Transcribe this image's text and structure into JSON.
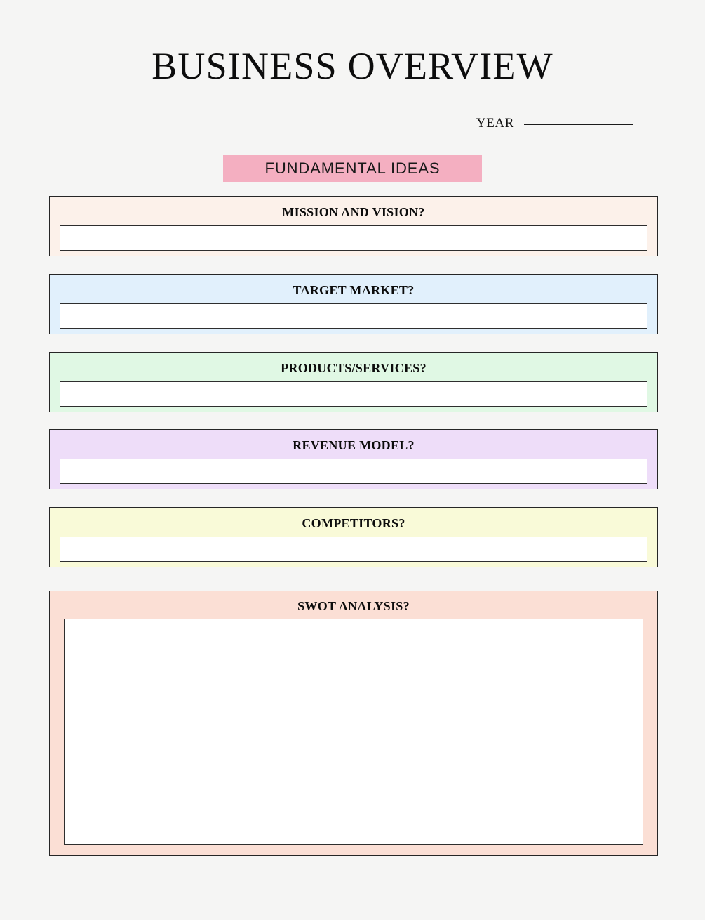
{
  "document": {
    "title": "BUSINESS OVERVIEW",
    "year_label": "YEAR",
    "year_value": "",
    "banner": "FUNDAMENTAL IDEAS"
  },
  "colors": {
    "page_background": "#f5f5f4",
    "banner_pink": "#f4afc1",
    "mission_peach": "#fcf1ea",
    "target_blue": "#e1f0fc",
    "products_green": "#e0f8e4",
    "revenue_purple": "#eeddf9",
    "competitors_yellow": "#f9fad8",
    "swot_salmon": "#fbdfd5",
    "field_white": "#ffffff",
    "border_dark": "#262626",
    "text_black": "#0c0c0c"
  },
  "sections": [
    {
      "id": "mission",
      "title": "MISSION AND VISION?",
      "value": "",
      "placeholder": ""
    },
    {
      "id": "target",
      "title": "TARGET MARKET?",
      "value": "",
      "placeholder": ""
    },
    {
      "id": "products",
      "title": "PRODUCTS/SERVICES?",
      "value": "",
      "placeholder": ""
    },
    {
      "id": "revenue",
      "title": "REVENUE MODEL?",
      "value": "",
      "placeholder": ""
    },
    {
      "id": "competitors",
      "title": "COMPETITORS?",
      "value": "",
      "placeholder": ""
    },
    {
      "id": "swot",
      "title": "SWOT ANALYSIS?",
      "value": "",
      "placeholder": ""
    }
  ]
}
